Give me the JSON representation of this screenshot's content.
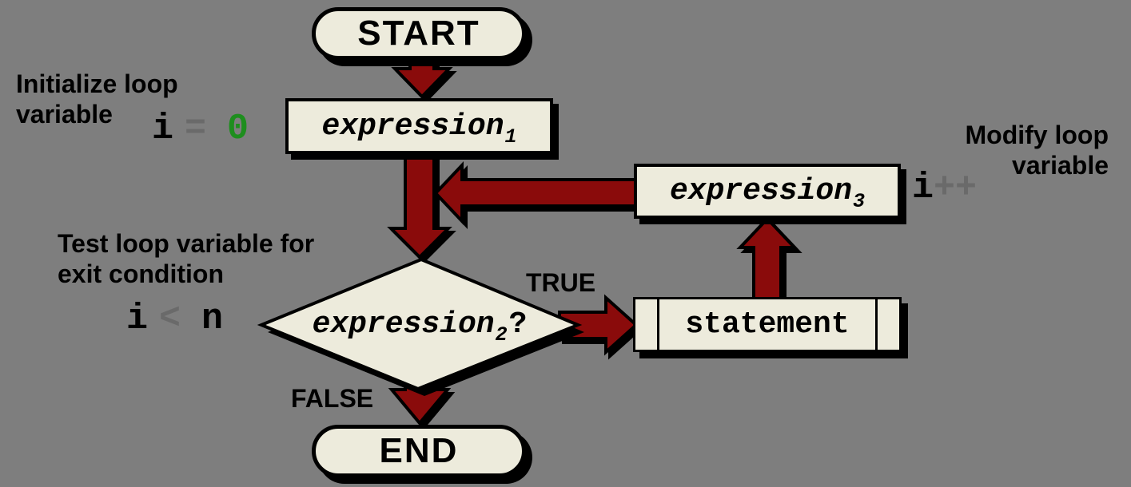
{
  "colors": {
    "background": "#7E7E7E",
    "node_fill": "#EDEBDC",
    "arrow_red": "#8A0B0B",
    "outline_black": "#000000",
    "green_value": "#1E8E1E",
    "gray_operator": "#6A6A6A"
  },
  "nodes": {
    "start": {
      "label": "START"
    },
    "expression1": {
      "base": "expression",
      "sub": "1"
    },
    "expression2": {
      "base": "expression",
      "sub": "2",
      "suffix": "?"
    },
    "expression3": {
      "base": "expression",
      "sub": "3"
    },
    "statement": {
      "label": "statement"
    },
    "end": {
      "label": "END"
    }
  },
  "branches": {
    "true_label": "TRUE",
    "false_label": "FALSE"
  },
  "annotations": {
    "initialize": {
      "line1": "Initialize loop",
      "line2": "variable",
      "code_var": "i",
      "code_op": "=",
      "code_val": "0"
    },
    "test": {
      "line1": "Test loop variable for",
      "line2": "exit condition",
      "code_var": "i",
      "code_op": "<",
      "code_val": "n"
    },
    "modify": {
      "line1": "Modify loop",
      "line2": "variable",
      "code_var": "i",
      "code_op": "++"
    }
  }
}
